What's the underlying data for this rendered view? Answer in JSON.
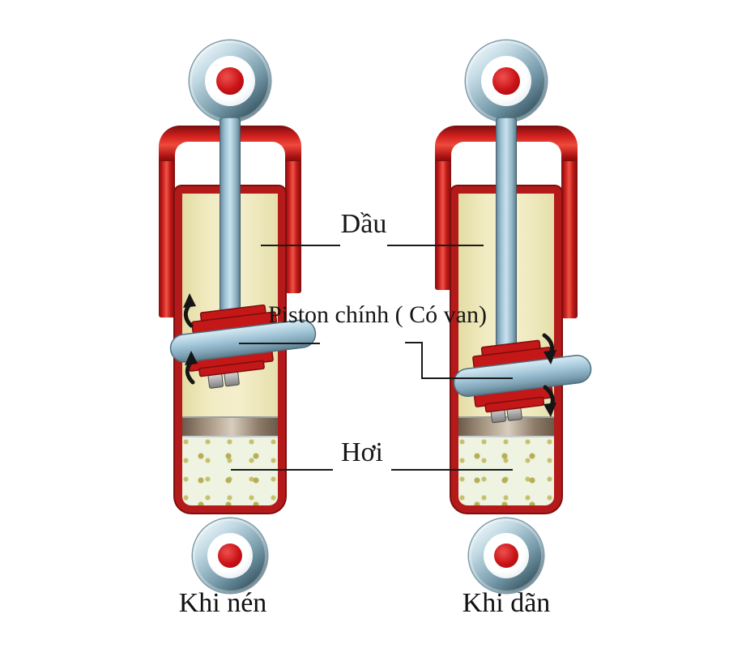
{
  "labels": {
    "oil": "Dầu",
    "piston": "Piston chính ( Có van)",
    "gas": "Hơi"
  },
  "captions": {
    "left": "Khi nén",
    "right": "Khi dãn"
  },
  "colors": {
    "tube_red": "#c41a1a",
    "dark_red": "#7f0e0e",
    "oil_fill": "#efe9bc",
    "gas_fill": "#eef3e2",
    "gas_dots": "#b5ae55",
    "rod_blue": "#a9cbdd",
    "metal_ring": "#7498a8",
    "eyelet_center_red": "#cb1216",
    "leader_line": "#1a1a1a",
    "background": "#ffffff"
  },
  "icons": {
    "left_piston_flow": "arrow-up-icon",
    "right_piston_flow": "arrow-down-icon"
  }
}
